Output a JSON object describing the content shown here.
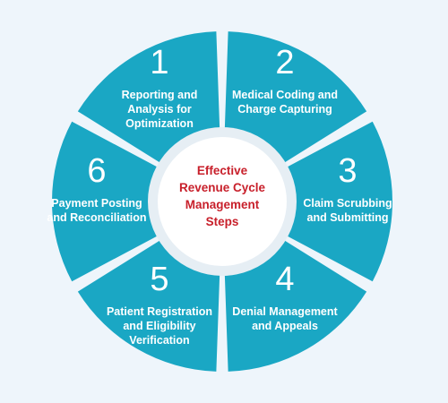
{
  "center": {
    "lines": [
      "Effective",
      "Revenue Cycle",
      "Management",
      "Steps"
    ]
  },
  "steps": [
    {
      "number": "1",
      "lines": [
        "Reporting and",
        "Analysis for",
        "Optimization"
      ]
    },
    {
      "number": "2",
      "lines": [
        "Medical Coding and",
        "Charge Capturing"
      ]
    },
    {
      "number": "3",
      "lines": [
        "Claim Scrubbing",
        "and Submitting"
      ]
    },
    {
      "number": "4",
      "lines": [
        "Denial Management",
        "and Appeals"
      ]
    },
    {
      "number": "5",
      "lines": [
        "Patient Registration",
        "and Eligibility",
        "Verification"
      ]
    },
    {
      "number": "6",
      "lines": [
        "Payment Posting",
        "and Reconciliation"
      ]
    }
  ],
  "colors": {
    "background": "#eef5fb",
    "segment": "#1aa7c4",
    "outline": "#ffffff",
    "center_fill": "#ffffff",
    "center_ring": "#e6eef4",
    "center_text": "#c8202b",
    "segment_text": "#ffffff"
  }
}
